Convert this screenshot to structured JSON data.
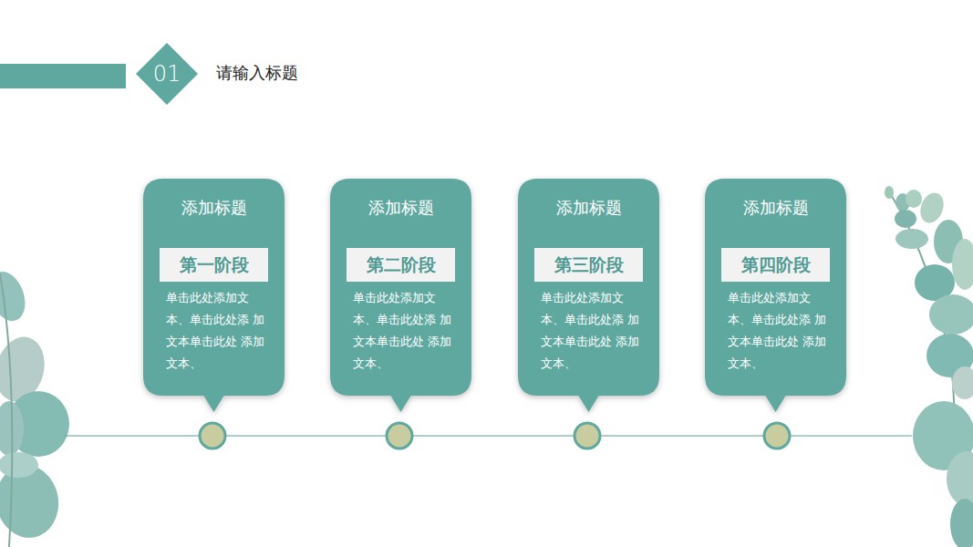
{
  "diagram": {
    "title": "请输入标题",
    "nodes": [
      {
        "text": [
          "01"
        ]
      },
      {
        "text": [
          "添加标题",
          "单击此处添加文 本、单击此处添 加文本单击此处 添加文本、"
        ]
      },
      {
        "text": [
          "第一阶段"
        ],
        "in": 1
      },
      {
        "text": [
          "添加标题",
          "单击此处添加文 本、单击此处添 加文本单击此处 添加文本、"
        ]
      },
      {
        "text": [
          "第二阶段"
        ],
        "in": 3
      },
      {
        "text": [
          "添加标题",
          "单击此处添加文 本、单击此处添 加文本单击此处 添加文本、"
        ]
      },
      {
        "text": [
          "第三阶段"
        ],
        "in": 5
      },
      {
        "text": [
          "添加标题",
          "单击此处添加文 本、单击此处添 加文本单击此处 添加文本、"
        ]
      },
      {
        "text": [
          "第四阶段"
        ],
        "in": 7
      }
    ]
  }
}
